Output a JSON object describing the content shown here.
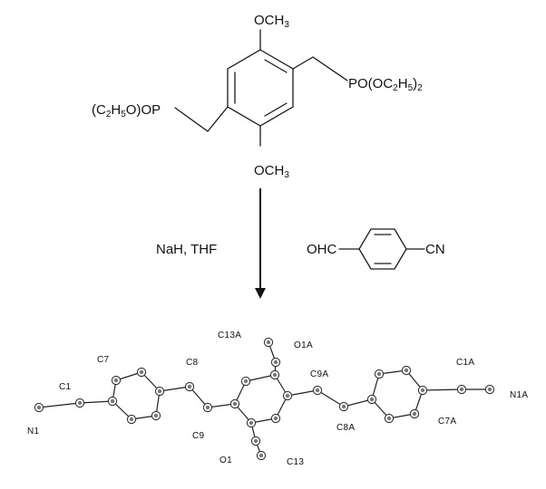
{
  "reactant": {
    "top_group": {
      "main": "OCH",
      "sub": "3"
    },
    "bottom_group": {
      "main": "OCH",
      "sub": "3"
    },
    "right_group": [
      {
        "t": "PO(OC"
      },
      {
        "t": "2",
        "sub": true
      },
      {
        "t": "H"
      },
      {
        "t": "5",
        "sub": true
      },
      {
        "t": ")"
      },
      {
        "t": "2",
        "sub": true
      }
    ],
    "left_group": [
      {
        "t": "(C"
      },
      {
        "t": "2",
        "sub": true
      },
      {
        "t": "H"
      },
      {
        "t": "5",
        "sub": true
      },
      {
        "t": "O)OP"
      }
    ]
  },
  "reagents": {
    "conditions": "NaH, THF",
    "aldehyde_left": "OHC",
    "aldehyde_right": "CN"
  },
  "product_labels": {
    "n1": "N1",
    "c1": "C1",
    "c7": "C7",
    "c8": "C8",
    "c9": "C9",
    "o1": "O1",
    "c13": "C13",
    "c13a": "C13A",
    "o1a": "O1A",
    "c9a": "C9A",
    "c8a": "C8A",
    "c1a": "C1A",
    "c7a": "C7A",
    "n1a": "N1A"
  }
}
